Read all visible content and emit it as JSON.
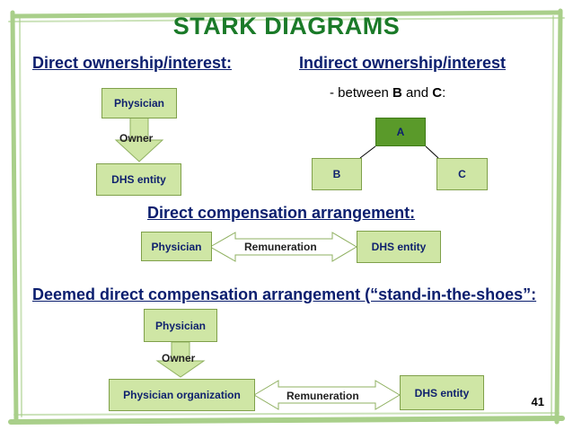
{
  "title": "STARK DIAGRAMS",
  "direct_ownership": {
    "heading": "Direct ownership/interest:",
    "top_box": "Physician",
    "arrow_label": "Owner",
    "bottom_box": "DHS entity"
  },
  "indirect_ownership": {
    "heading": "Indirect ownership/interest",
    "note_prefix": "- between ",
    "note_b": "B",
    "note_and": " and ",
    "note_c": "C",
    "note_suffix": ":",
    "node_a": "A",
    "node_b": "B",
    "node_c": "C"
  },
  "direct_compensation": {
    "heading": "Direct compensation arrangement:",
    "left_box": "Physician",
    "arrow_label": "Remuneration",
    "right_box": "DHS entity"
  },
  "deemed_direct": {
    "heading": "Deemed direct compensation arrangement (“stand-in-the-shoes”:",
    "top_box": "Physician",
    "down_arrow_label": "Owner",
    "org_box": "Physician organization",
    "arrow_label": "Remuneration",
    "right_box": "DHS entity"
  },
  "page_number": "41",
  "colors": {
    "title": "#1a7a28",
    "heading": "#0b1e6e",
    "box_fill": "#cfe6a5",
    "box_fill_dark": "#5a9a2a",
    "border": "#a9cf8a"
  }
}
